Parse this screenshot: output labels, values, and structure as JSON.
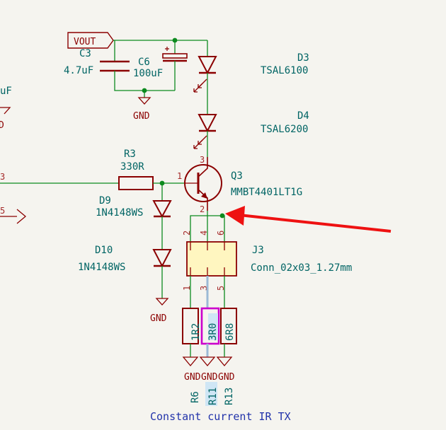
{
  "power": {
    "vout": "VOUT",
    "gnd": "GND"
  },
  "components": {
    "c3": {
      "ref": "C3",
      "value": "4.7uF"
    },
    "c6": {
      "ref": "C6",
      "value": "100uF"
    },
    "d3": {
      "ref": "D3",
      "value": "TSAL6100"
    },
    "d4": {
      "ref": "D4",
      "value": "TSAL6200"
    },
    "r3": {
      "ref": "R3",
      "value": "330R"
    },
    "q3": {
      "ref": "Q3",
      "value": "MMBT4401LT1G"
    },
    "d9": {
      "ref": "D9",
      "value": "1N4148WS"
    },
    "d10": {
      "ref": "D10",
      "value": "1N4148WS"
    },
    "j3": {
      "ref": "J3",
      "value": "Conn_02x03_1.27mm"
    },
    "r6": {
      "ref": "R6",
      "value": "1R2"
    },
    "r11": {
      "ref": "R11",
      "value": "3R0"
    },
    "r13": {
      "ref": "R13",
      "value": "6R8"
    }
  },
  "pins": {
    "q3_base": "1",
    "q3_collector": "3",
    "q3_emitter": "2",
    "j3_top": [
      "2",
      "4",
      "6"
    ],
    "j3_bottom": [
      "1",
      "3",
      "5"
    ]
  },
  "edge_labels": {
    "left_fragment_1": "uF",
    "left_fragment_2": "D",
    "left_fragment_3": "3",
    "left_fragment_4": "5"
  },
  "sheet_title": "Constant current IR TX",
  "colors": {
    "wire": "#0c8a1e",
    "symbol": "#8b0000",
    "text": "#006464",
    "selected": "#cc00cc",
    "arrow": "#ee1111"
  }
}
